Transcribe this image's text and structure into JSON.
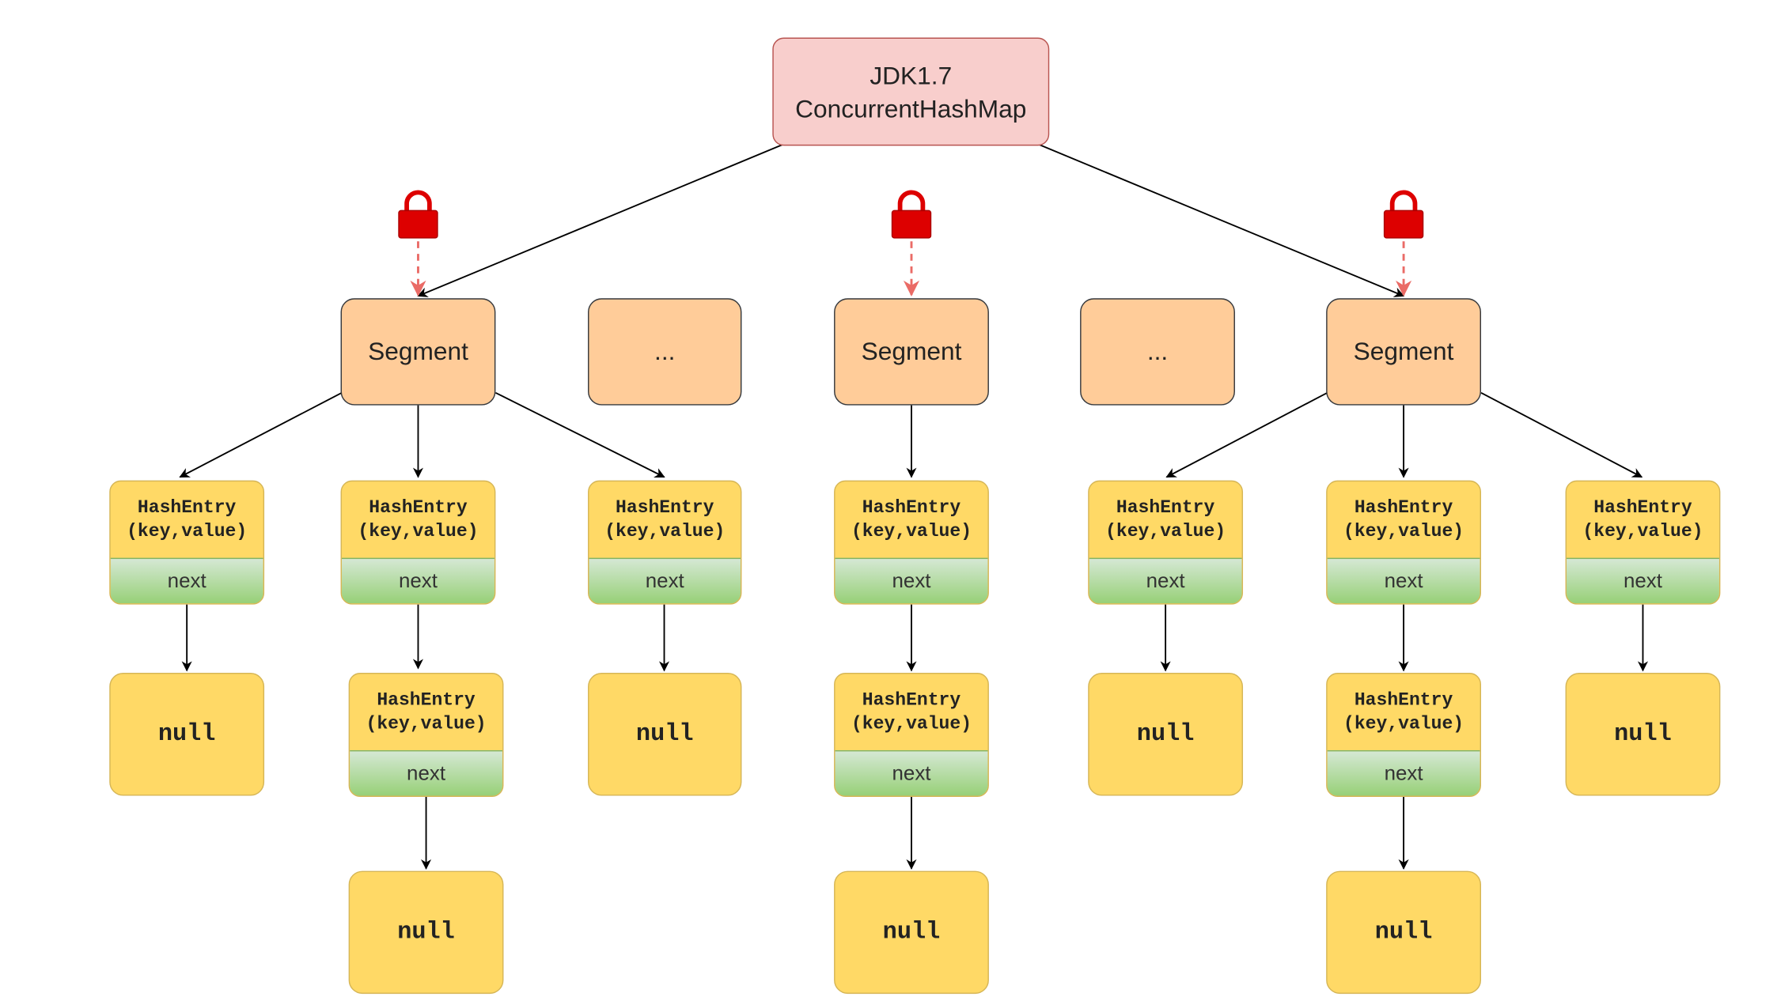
{
  "root": {
    "line1": "JDK1.7",
    "line2": "ConcurrentHashMap"
  },
  "segment_label": "Segment",
  "ellipsis_label": "...",
  "entry": {
    "line1": "HashEntry",
    "line2": "(key,value)",
    "next_label": "next"
  },
  "null_label": "null",
  "colors": {
    "root_fill": "#f8cecc",
    "root_stroke": "#b85450",
    "segment_fill": "#ffcc99",
    "entry_fill": "#ffd966",
    "next_fill": "#97d077",
    "lock_red": "#dd0000",
    "lock_arrow": "#ea6b66"
  },
  "icons": [
    "lock-icon",
    "lock-icon",
    "lock-icon"
  ]
}
